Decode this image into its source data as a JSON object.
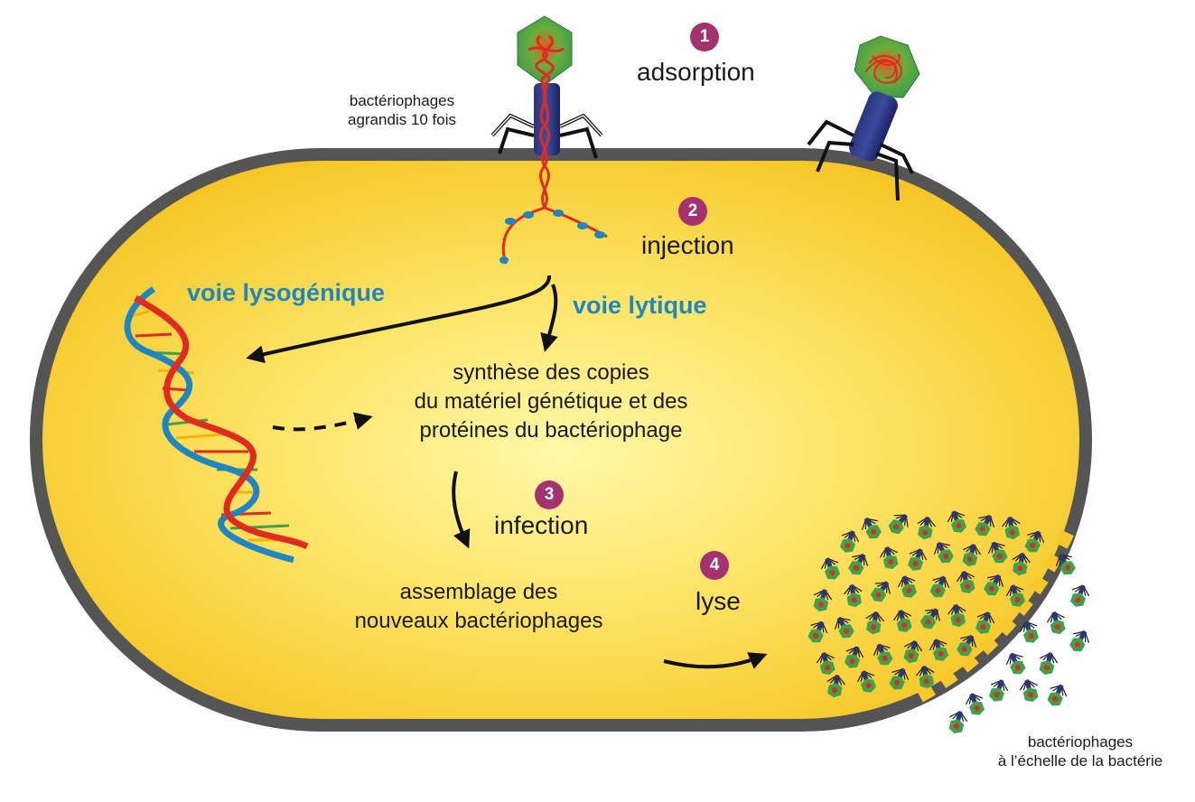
{
  "labels": {
    "phage_scale_large": "bactériophages\nagrandis 10 fois",
    "phage_scale_small": "bactériophages\nà l’échelle de la bactérie",
    "lysogenic": "voie lysogénique",
    "lytic": "voie lytique",
    "synthesis": "synthèse des copies\ndu matériel génétique et des\nprotéines du bactériophage",
    "assembly": "assemblage des\nnouveaux bactériophages"
  },
  "steps": [
    {
      "number": "1",
      "label": "adsorption"
    },
    {
      "number": "2",
      "label": "injection"
    },
    {
      "number": "3",
      "label": "infection"
    },
    {
      "number": "4",
      "label": "lyse"
    }
  ],
  "colors": {
    "cytoplasm_center": "#fff8a8",
    "cytoplasm_edge": "#f3c21c",
    "membrane": "#555555",
    "capsid": "#3ea14e",
    "dna_red": "#e02b20",
    "dna_blue": "#1e86c3",
    "tail": "#232a6e",
    "step_badge": "#a4326f",
    "pathway_text": "#1e86c3"
  },
  "icons": [
    "bacteriophage-icon",
    "dna-helix-icon",
    "arrow-icon"
  ]
}
